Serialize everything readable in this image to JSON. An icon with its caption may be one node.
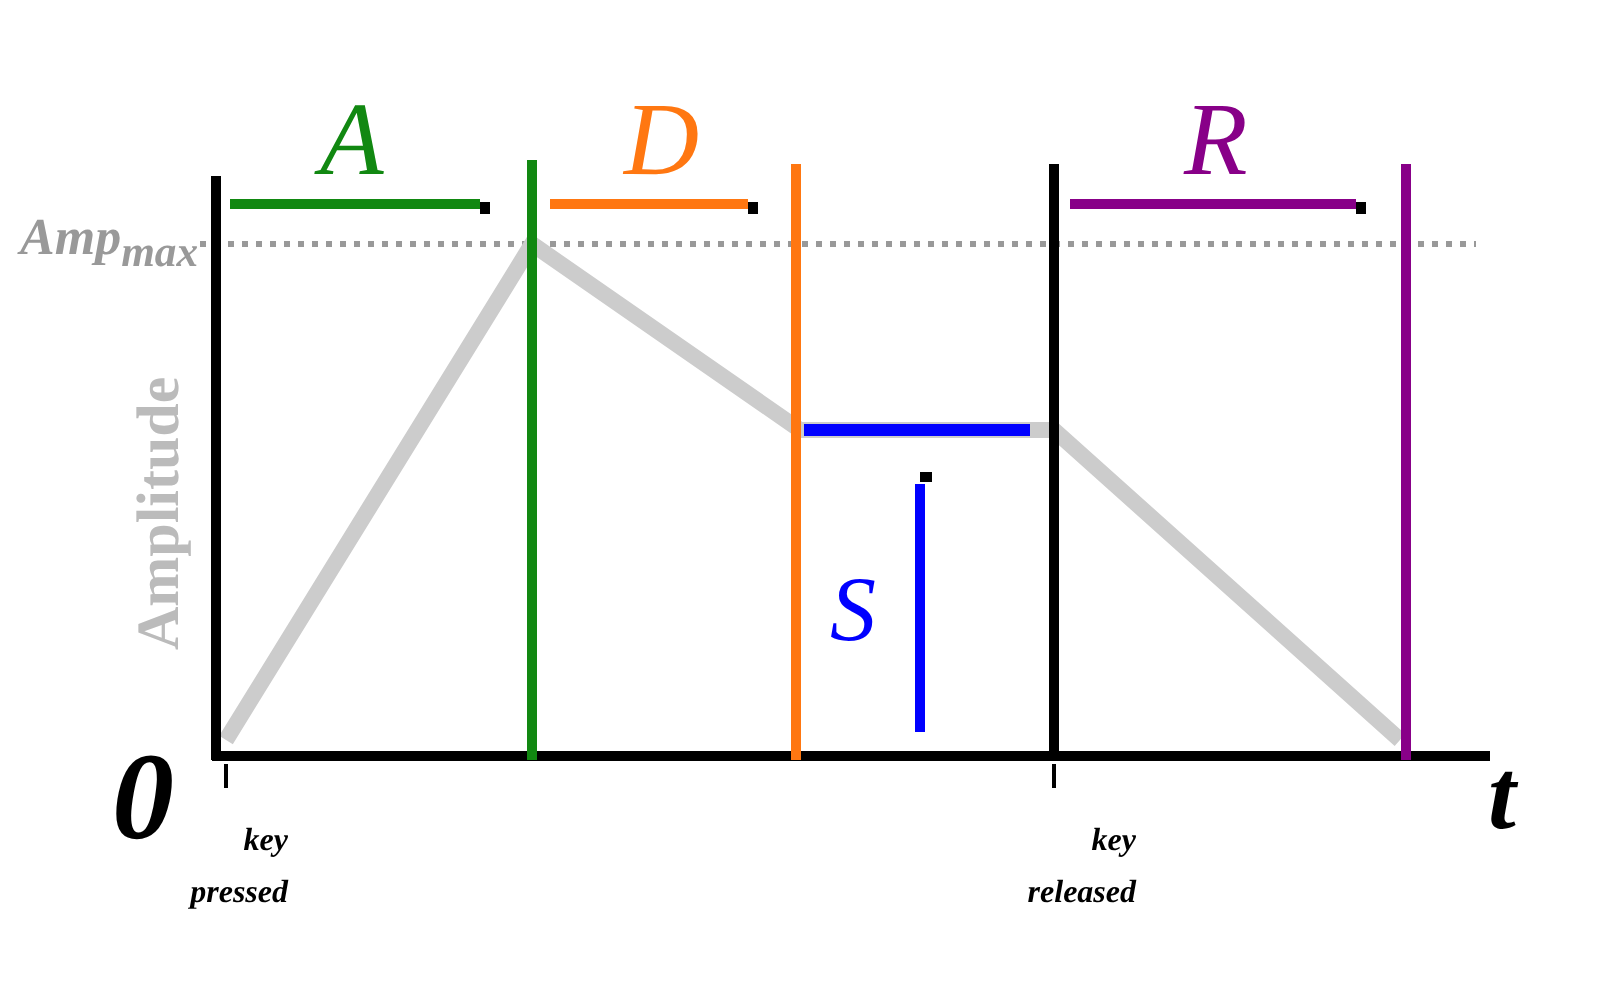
{
  "diagram": {
    "labels": [
      "A",
      "D",
      "R",
      "Amp$_{max}$",
      "Amplitude",
      "S",
      "0",
      "t",
      "key pressed",
      "key released"
    ]
  }
}
